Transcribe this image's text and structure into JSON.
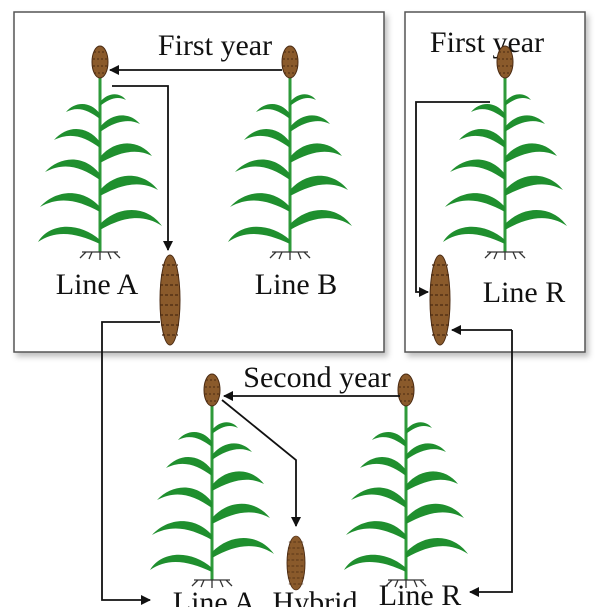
{
  "labels": {
    "first_year_left": "First year",
    "first_year_right": "First year",
    "second_year": "Second year",
    "line_a_top": "Line A",
    "line_b_top": "Line B",
    "line_r_top": "Line R",
    "line_a_bottom": "Line A",
    "hybrid": "Hybrid",
    "line_r_bottom": "Line R"
  },
  "colors": {
    "leaf": "#1f8f2e",
    "leaf_dark": "#116b1d",
    "stem": "#2e9a3a",
    "panicle": "#8a5a2b",
    "panicle_dark": "#4a2a12",
    "arrow": "#111111",
    "frame": "#555555"
  }
}
